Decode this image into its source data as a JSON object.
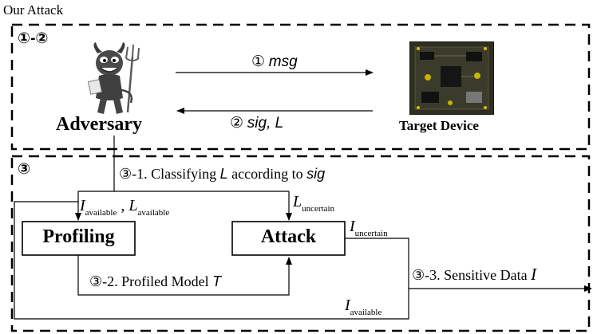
{
  "header_title": "Our Attack",
  "phase12": {
    "label": "①-②",
    "adversary_label": "Adversary",
    "device_label": "Target Device",
    "msg_step": {
      "num": "①",
      "text": "msg"
    },
    "sig_step": {
      "num": "②",
      "text": "sig, L"
    }
  },
  "phase3": {
    "label": "③",
    "classify": {
      "prefix": "③-1. Classifying",
      "L": "L",
      "mid": "according to",
      "sig": "sig"
    },
    "profiling_label": "Profiling",
    "attack_label": "Attack",
    "i_available_1": {
      "main": "I",
      "sub": "available"
    },
    "l_available": {
      "main": "L",
      "sub": "available"
    },
    "l_uncertain": {
      "main": "L",
      "sub": "uncertain"
    },
    "i_uncertain": {
      "main": "I",
      "sub": "uncertain"
    },
    "i_available_2": {
      "main": "I",
      "sub": "available"
    },
    "profiled_model": {
      "prefix": "③-2. Profiled Model",
      "T": "T"
    },
    "sensitive": {
      "prefix": "③-3. Sensitive Data",
      "I": "I"
    }
  }
}
